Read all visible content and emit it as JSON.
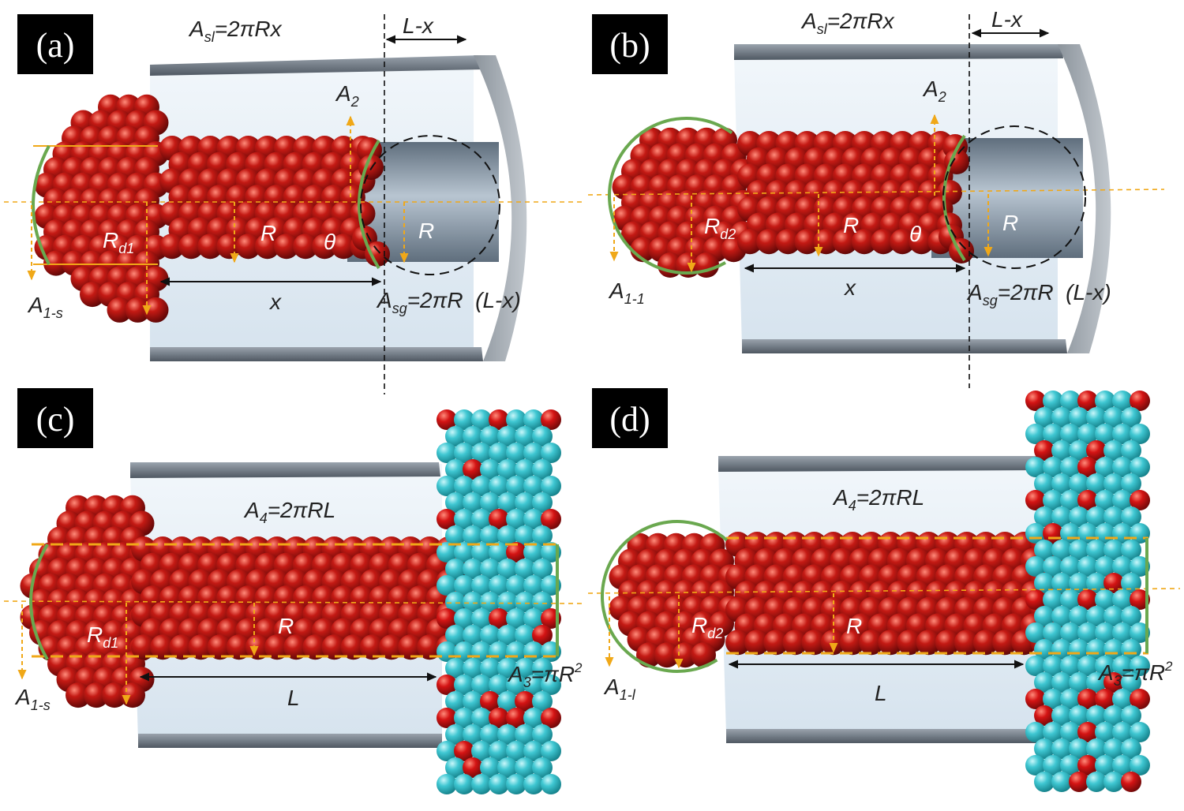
{
  "panels": [
    {
      "id": "a",
      "tag": "(a)",
      "labels": {
        "asl": "A",
        "asl_sub": "sl",
        "asl_eq": "=2πRx",
        "lx": "L-x",
        "a2": "A",
        "a2_sub": "2",
        "r_inner": "R",
        "r_tube": "R",
        "theta": "θ",
        "rd": "R",
        "rd_sub": "d1",
        "x": "x",
        "a1": "A",
        "a1_sub": "1-s",
        "asg": "A",
        "asg_sub": "sg",
        "asg_eq": "=2πR  (L-x)"
      }
    },
    {
      "id": "b",
      "tag": "(b)",
      "labels": {
        "asl": "A",
        "asl_sub": "sl",
        "asl_eq": "=2πRx",
        "lx": "L-x",
        "a2": "A",
        "a2_sub": "2",
        "r_inner": "R",
        "r_tube": "R",
        "theta": "θ",
        "rd": "R",
        "rd_sub": "d2",
        "x": "x",
        "a1": "A",
        "a1_sub": "1-1",
        "asg": "A",
        "asg_sub": "sg",
        "asg_eq": "=2πR  (L-x)"
      }
    },
    {
      "id": "c",
      "tag": "(c)",
      "labels": {
        "a4": "A",
        "a4_sub": "4",
        "a4_eq": "=2πRL",
        "r_inner": "R",
        "rd": "R",
        "rd_sub": "d1",
        "l": "L",
        "a1": "A",
        "a1_sub": "1-s",
        "a3": "A",
        "a3_sub": "3",
        "a3_eq": "=πR",
        "a3_sup": "2"
      }
    },
    {
      "id": "d",
      "tag": "(d)",
      "labels": {
        "a4": "A",
        "a4_sub": "4",
        "a4_eq": "=2πRL",
        "r_inner": "R",
        "rd": "R",
        "rd_sub": "d2",
        "l": "L",
        "a1": "A",
        "a1_sub": "1-l",
        "a3": "A",
        "a3_sub": "3",
        "a3_eq": "=πR",
        "a3_sup": "2"
      }
    }
  ],
  "colors": {
    "droplet": "#a81010",
    "droplet_highlight": "#e65a4a",
    "tube_wall": "#dfe9f3",
    "tube_edge": "#6f7883",
    "tube_bore": "#8b9aa9",
    "sheet_atom": "#3fc7d2",
    "sheet_defect": "#d41414",
    "guide_line": "#f0a818",
    "contact_arc": "#6aa84f"
  }
}
